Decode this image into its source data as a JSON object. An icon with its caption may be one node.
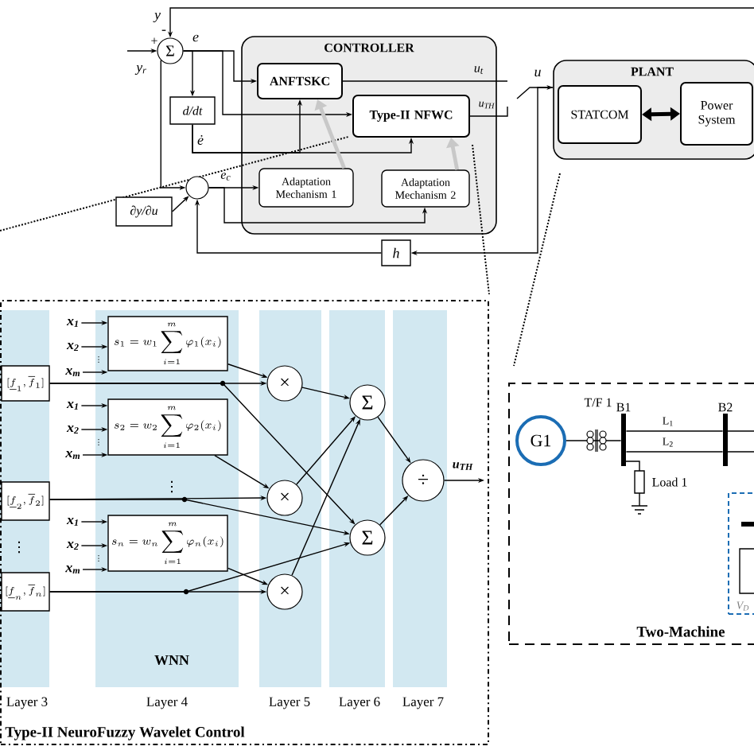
{
  "diagram": {
    "nodes": [
      {
        "text": [
          "Σ"
        ]
      },
      {
        "text": [
          "CONTROLLER"
        ]
      },
      {
        "text": [
          "ANFTSKC"
        ],
        "in": 1
      },
      {
        "text": [
          "Type-II NFWC"
        ],
        "in": 1
      },
      {
        "text": [
          "Adaptation Mechanism 1"
        ],
        "in": 1
      },
      {
        "text": [
          "Adaptation Mechanism 2"
        ],
        "in": 1
      },
      {
        "text": [
          "d/dt"
        ]
      },
      {
        "text": [],
        "shape": "circle"
      },
      {
        "text": [
          "∂y/∂u"
        ]
      },
      {
        "text": [
          "h"
        ]
      },
      {
        "text": [
          "PLANT"
        ]
      },
      {
        "text": [
          "STATCOM"
        ],
        "in": 10
      },
      {
        "text": [
          "Power System"
        ],
        "in": 10
      },
      {
        "text": [
          "Type-II NeuroFuzzy Wavelet Control"
        ]
      },
      {
        "text": [
          "[\\underline{f}_1,\\overline{f}_1]"
        ],
        "in": 13
      },
      {
        "text": [
          "[\\underline{f}_2,\\overline{f}_2]"
        ],
        "in": 13
      },
      {
        "text": [
          "[\\underline{f}_n,\\overline{f}_n]"
        ],
        "in": 13
      },
      {
        "text": [
          "s_1 = w_1\\sum_{i=1}^{m}\\varphi_1(x_i)"
        ],
        "in": 13
      },
      {
        "text": [
          "s_2 = w_2\\sum_{i=1}^{m}\\varphi_2(x_i)"
        ],
        "in": 13
      },
      {
        "text": [
          "s_n = w_n\\sum_{i=1}^{m}\\varphi_n(x_i)"
        ],
        "in": 13
      },
      {
        "text": [
          "x$_{1}$"
        ],
        "in": 13
      },
      {
        "text": [
          "x$_{2}$"
        ],
        "in": 13
      },
      {
        "text": [
          "x$_{m}$"
        ],
        "in": 13
      },
      {
        "text": [
          "x$_{1}$"
        ],
        "in": 13
      },
      {
        "text": [
          "x$_{2}$"
        ],
        "in": 13
      },
      {
        "text": [
          "x$_{m}$"
        ],
        "in": 13
      },
      {
        "text": [
          "x$_{1}$"
        ],
        "in": 13
      },
      {
        "text": [
          "x$_{2}$"
        ],
        "in": 13
      },
      {
        "text": [
          "x$_{m}$"
        ],
        "in": 13
      },
      {
        "text": [
          "×"
        ],
        "in": 13
      },
      {
        "text": [
          "×"
        ],
        "in": 13
      },
      {
        "text": [
          "×"
        ],
        "in": 13
      },
      {
        "text": [
          "Σ"
        ],
        "in": 13
      },
      {
        "text": [
          "Σ"
        ],
        "in": 13
      },
      {
        "text": [
          "÷"
        ],
        "in": 13
      },
      {
        "text": [
          "Two-Machine"
        ]
      },
      {
        "text": [
          "G1"
        ],
        "in": 35
      },
      {
        "text": [
          "B1"
        ],
        "in": 35
      },
      {
        "text": [
          "B2"
        ],
        "in": 35
      },
      {
        "text": [
          "V$_{D}$"
        ],
        "in": 35
      }
    ],
    "edges": [
      {
        "from": null,
        "to": 0,
        "arrow": "to",
        "label": "y"
      },
      {
        "from": null,
        "to": 0,
        "arrow": "to",
        "label": "y$_{r}$"
      },
      {
        "from": 0,
        "to": 6,
        "arrow": "to"
      },
      {
        "from": 0,
        "to": 2,
        "arrow": "to"
      },
      {
        "from": 0,
        "to": 3,
        "arrow": "to"
      },
      {
        "from": 6,
        "to": 2,
        "arrow": "to",
        "label": "ė"
      },
      {
        "from": 6,
        "to": 3,
        "arrow": "to"
      },
      {
        "from": 0,
        "to": 7,
        "arrow": "to"
      },
      {
        "from": 8,
        "to": 7,
        "arrow": "to"
      },
      {
        "from": 7,
        "to": 4,
        "arrow": "to",
        "label": "e$_{c}$"
      },
      {
        "from": 7,
        "to": 5,
        "arrow": "to"
      },
      {
        "from": 9,
        "to": 7,
        "arrow": "to"
      },
      {
        "from": 2,
        "to": null,
        "arrow": "none",
        "label": "u$_{t}$"
      },
      {
        "from": 3,
        "to": null,
        "arrow": "none",
        "label": "u$_{TH}$"
      },
      {
        "from": null,
        "to": 10,
        "arrow": "to",
        "label": "u"
      },
      {
        "from": 10,
        "to": 9,
        "arrow": "to"
      },
      {
        "from": 11,
        "to": 12,
        "arrow": "both",
        "style": "thick"
      },
      {
        "from": 20,
        "to": 17,
        "arrow": "to"
      },
      {
        "from": 21,
        "to": 17,
        "arrow": "to"
      },
      {
        "from": 22,
        "to": 17,
        "arrow": "to"
      },
      {
        "from": 23,
        "to": 18,
        "arrow": "to"
      },
      {
        "from": 24,
        "to": 18,
        "arrow": "to"
      },
      {
        "from": 25,
        "to": 18,
        "arrow": "to"
      },
      {
        "from": 26,
        "to": 19,
        "arrow": "to"
      },
      {
        "from": 27,
        "to": 19,
        "arrow": "to"
      },
      {
        "from": 28,
        "to": 19,
        "arrow": "to"
      },
      {
        "from": 17,
        "to": 29,
        "arrow": "to"
      },
      {
        "from": 18,
        "to": 30,
        "arrow": "to"
      },
      {
        "from": 19,
        "to": 31,
        "arrow": "to"
      },
      {
        "from": 14,
        "to": 29,
        "arrow": "to"
      },
      {
        "from": 14,
        "to": 33,
        "arrow": "to"
      },
      {
        "from": 15,
        "to": 30,
        "arrow": "to"
      },
      {
        "from": 15,
        "to": 33,
        "arrow": "to"
      },
      {
        "from": 16,
        "to": 31,
        "arrow": "to"
      },
      {
        "from": 16,
        "to": 33,
        "arrow": "to"
      },
      {
        "from": 29,
        "to": 32,
        "arrow": "to"
      },
      {
        "from": 30,
        "to": 32,
        "arrow": "to"
      },
      {
        "from": 31,
        "to": 32,
        "arrow": "to"
      },
      {
        "from": 32,
        "to": 34,
        "arrow": "to"
      },
      {
        "from": 33,
        "to": 34,
        "arrow": "to"
      },
      {
        "from": 34,
        "to": null,
        "arrow": "to",
        "label": "u$_{TH}$"
      },
      {
        "from": 36,
        "to": 37,
        "arrow": "none"
      },
      {
        "from": 37,
        "to": 38,
        "arrow": "none",
        "label": "L$_{1}$"
      },
      {
        "from": 37,
        "to": 38,
        "arrow": "none",
        "label": "L$_{2}$"
      },
      {
        "from": 4,
        "to": 2,
        "arrow": "to",
        "style": "thick",
        "color": "#c8c8c8"
      },
      {
        "from": 5,
        "to": 3,
        "arrow": "to",
        "style": "thick",
        "color": "#c8c8c8"
      }
    ],
    "labels": [
      "-",
      "+",
      "e",
      "⋮",
      "⋮",
      "⋮",
      "⋮",
      "⋮",
      "WNN",
      "Layer 3",
      "Layer 4",
      "Layer 5",
      "Layer 6",
      "Layer 7",
      "T/F 1",
      "Load 1"
    ]
  }
}
